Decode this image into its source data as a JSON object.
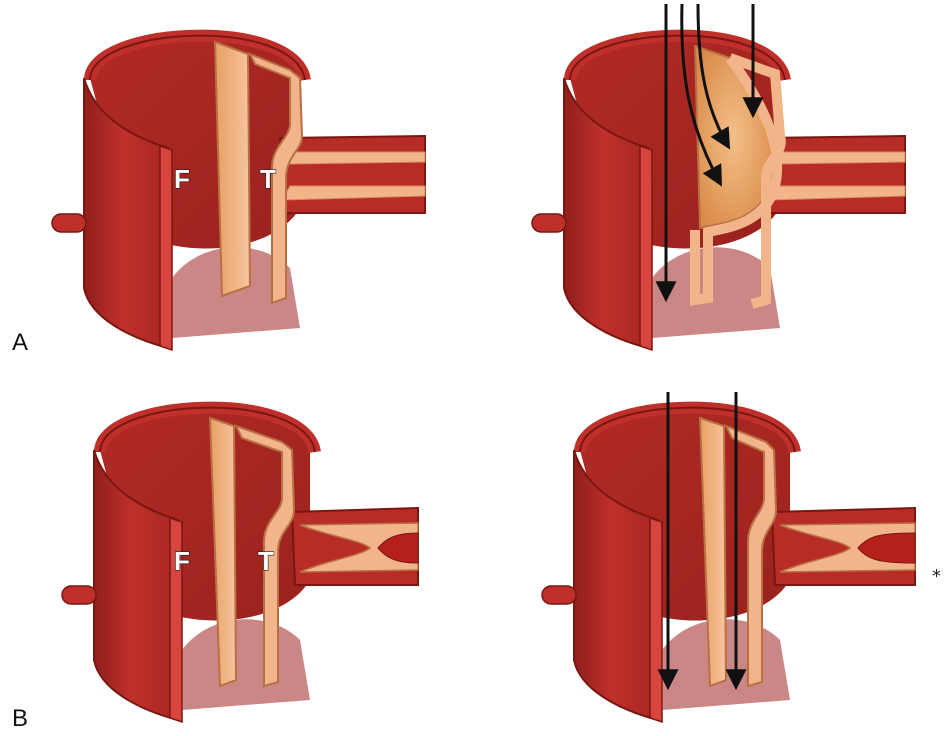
{
  "panels": {
    "row_a_label": "A",
    "row_b_label": "B",
    "false_lumen_label": "F",
    "true_lumen_label": "T",
    "marker": "*"
  },
  "colors": {
    "vessel_wall": "#c0302b",
    "vessel_dark": "#8f1f1b",
    "vessel_inner": "#a82722",
    "flap": "#f2b58a",
    "flap_edge": "#d9895a",
    "false_lumen_fill": "#e7a063",
    "arrow": "#111111",
    "thrombus": "#b5201b"
  }
}
